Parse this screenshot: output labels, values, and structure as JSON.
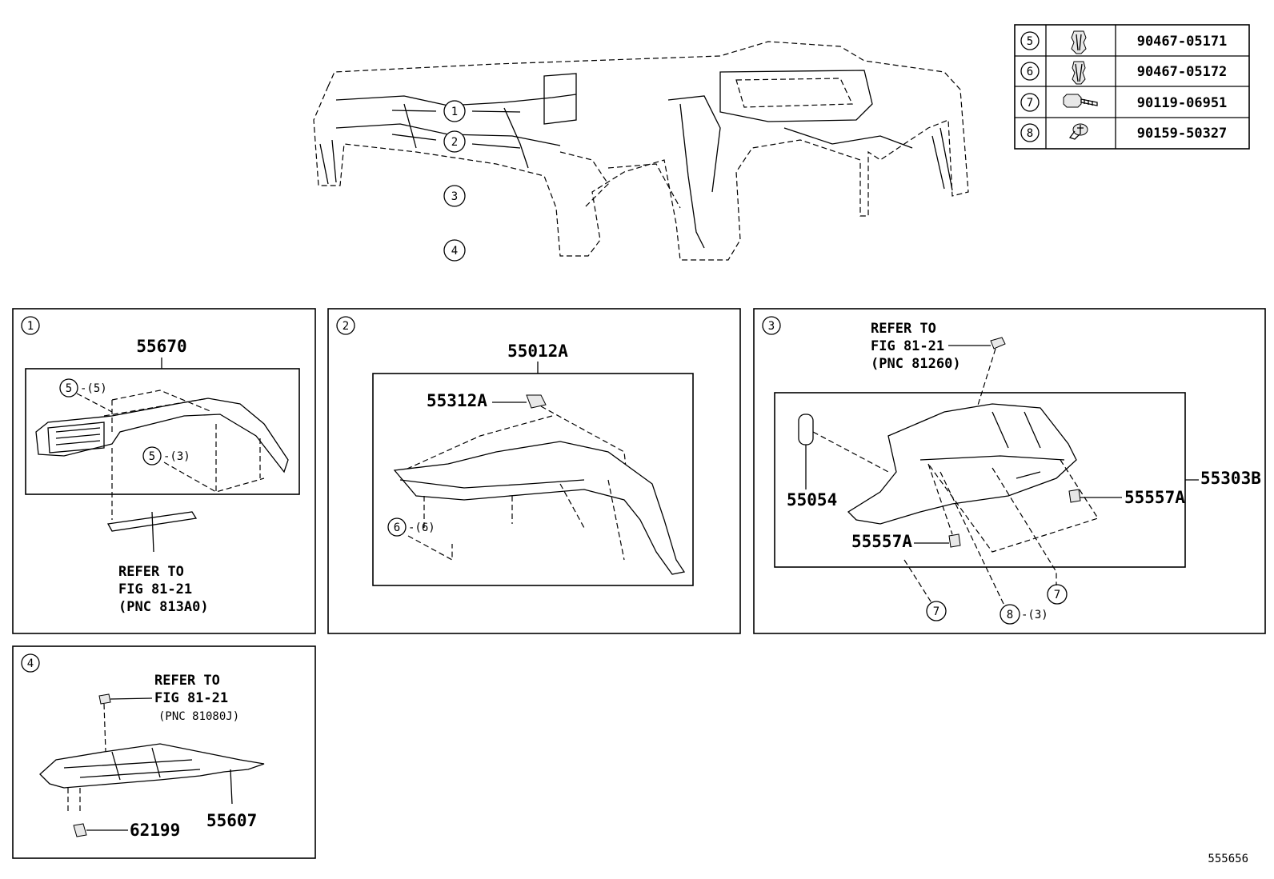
{
  "fastener_table": [
    {
      "ref": "5",
      "part": "90467-05171",
      "icon": "clip-icon"
    },
    {
      "ref": "6",
      "part": "90467-05172",
      "icon": "clip-icon"
    },
    {
      "ref": "7",
      "part": "90119-06951",
      "icon": "bolt-icon"
    },
    {
      "ref": "8",
      "part": "90159-50327",
      "icon": "screw-icon"
    }
  ],
  "overview": {
    "callouts": [
      "1",
      "2",
      "3",
      "4"
    ]
  },
  "box1": {
    "ref": "1",
    "part": "55670",
    "clip_a": {
      "ref": "5",
      "qty": "-(5)"
    },
    "clip_b": {
      "ref": "5",
      "qty": "-(3)"
    },
    "note": [
      "REFER TO",
      "FIG 81-21",
      "(PNC 813A0)"
    ]
  },
  "box2": {
    "ref": "2",
    "part": "55012A",
    "sub_part": "55312A",
    "clip": {
      "ref": "6",
      "qty": "-(6)"
    }
  },
  "box3": {
    "ref": "3",
    "note": [
      "REFER TO",
      "FIG 81-21",
      "(PNC 81260)"
    ],
    "part_main": "55303B",
    "part_left": "55054",
    "part_right": "55557A",
    "part_lower": "55557A",
    "bolt_a": "7",
    "bolt_b": "7",
    "screw": {
      "ref": "8",
      "qty": "-(3)"
    }
  },
  "box4": {
    "ref": "4",
    "note": [
      "REFER TO",
      "FIG 81-21",
      "(PNC 81080J)"
    ],
    "part_main": "55607",
    "part_clip": "62199"
  },
  "diagram_id": "555656"
}
